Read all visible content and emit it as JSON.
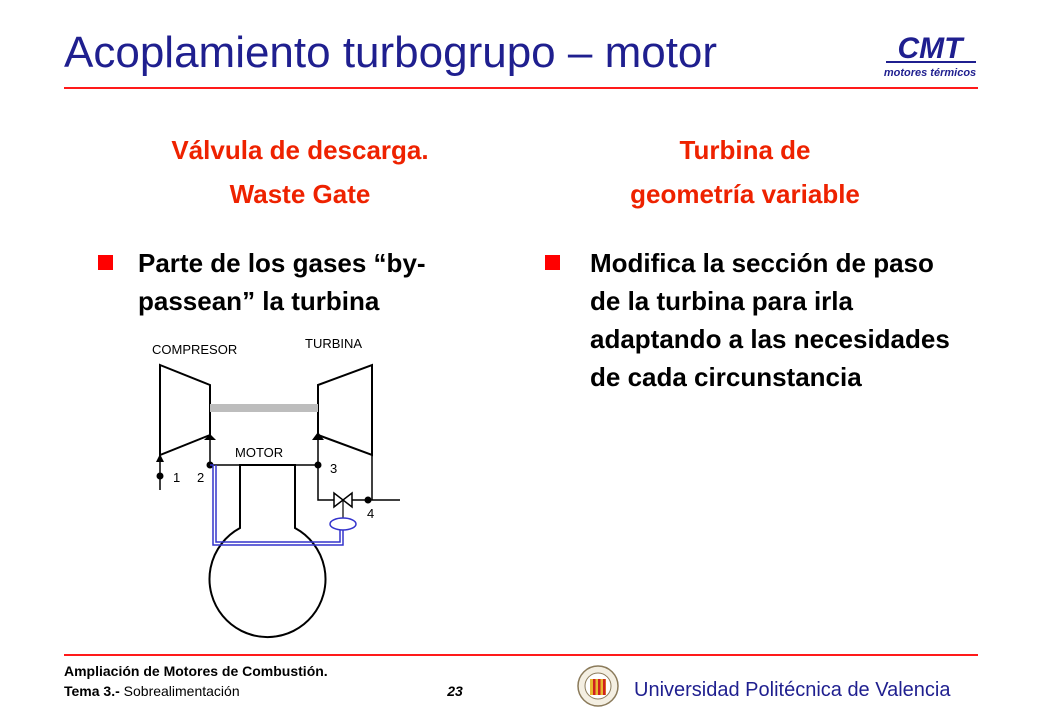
{
  "slide": {
    "title": "Acoplamiento turbogrupo – motor",
    "logo_text": "CMT",
    "logo_subtitle": "motores térmicos",
    "page_number": "23"
  },
  "left_column": {
    "heading_line1": "Válvula de descarga.",
    "heading_line2": "Waste Gate",
    "bullet_text": "Parte de los gases “by-passean” la turbina"
  },
  "right_column": {
    "heading_line1": "Turbina de",
    "heading_line2": "geometría variable",
    "bullet_text": "Modifica la sección de paso de la turbina para irla adaptando a las necesidades de cada circunstancia"
  },
  "diagram": {
    "label_compressor": "COMPRESOR",
    "label_turbine": "TURBINA",
    "label_motor": "MOTOR",
    "point_1": "1",
    "point_2": "2",
    "point_3": "3",
    "point_4": "4"
  },
  "footer": {
    "course": "Ampliación de Motores de Combustión.",
    "topic_prefix": "Tema 3.-",
    "topic": " Sobrealimentación",
    "university": "Universidad Politécnica de Valencia"
  },
  "colors": {
    "title": "#1f1f8f",
    "heading": "#ee2200",
    "rule": "#ff1a1a",
    "bullet": "#ff0000",
    "control_line": "#3333cc"
  }
}
